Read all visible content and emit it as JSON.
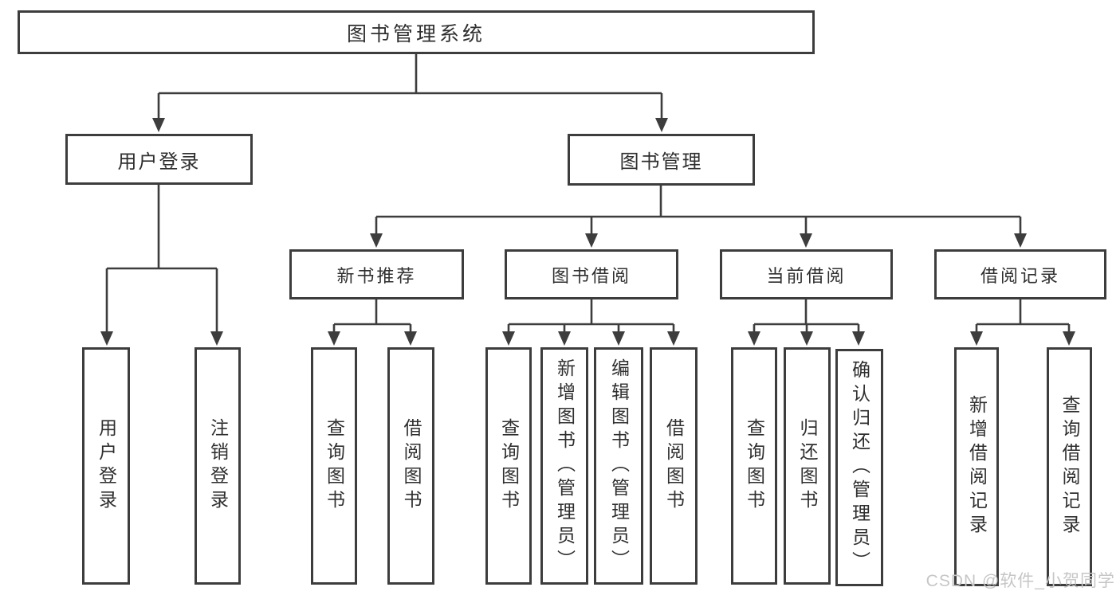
{
  "colors": {
    "line": "#3d3d3d",
    "text": "#2f2f2f",
    "watermark": "#c6c6c6",
    "background": "#ffffff"
  },
  "root": {
    "label": "图书管理系统"
  },
  "level2": [
    {
      "label": "用户登录"
    },
    {
      "label": "图书管理"
    }
  ],
  "level3": [
    {
      "label": "新书推荐"
    },
    {
      "label": "图书借阅"
    },
    {
      "label": "当前借阅"
    },
    {
      "label": "借阅记录"
    }
  ],
  "leaves": [
    {
      "label": "用户登录"
    },
    {
      "label": "注销登录"
    },
    {
      "label": "查询图书"
    },
    {
      "label": "借阅图书"
    },
    {
      "label": "查询图书"
    },
    {
      "label": "新增图书（管理员）"
    },
    {
      "label": "编辑图书（管理员）"
    },
    {
      "label": "借阅图书"
    },
    {
      "label": "查询图书"
    },
    {
      "label": "归还图书"
    },
    {
      "label": "确认归还（管理员）"
    },
    {
      "label": "新增借阅记录"
    },
    {
      "label": "查询借阅记录"
    }
  ],
  "watermark": "CSDN @软件_小贺同学"
}
